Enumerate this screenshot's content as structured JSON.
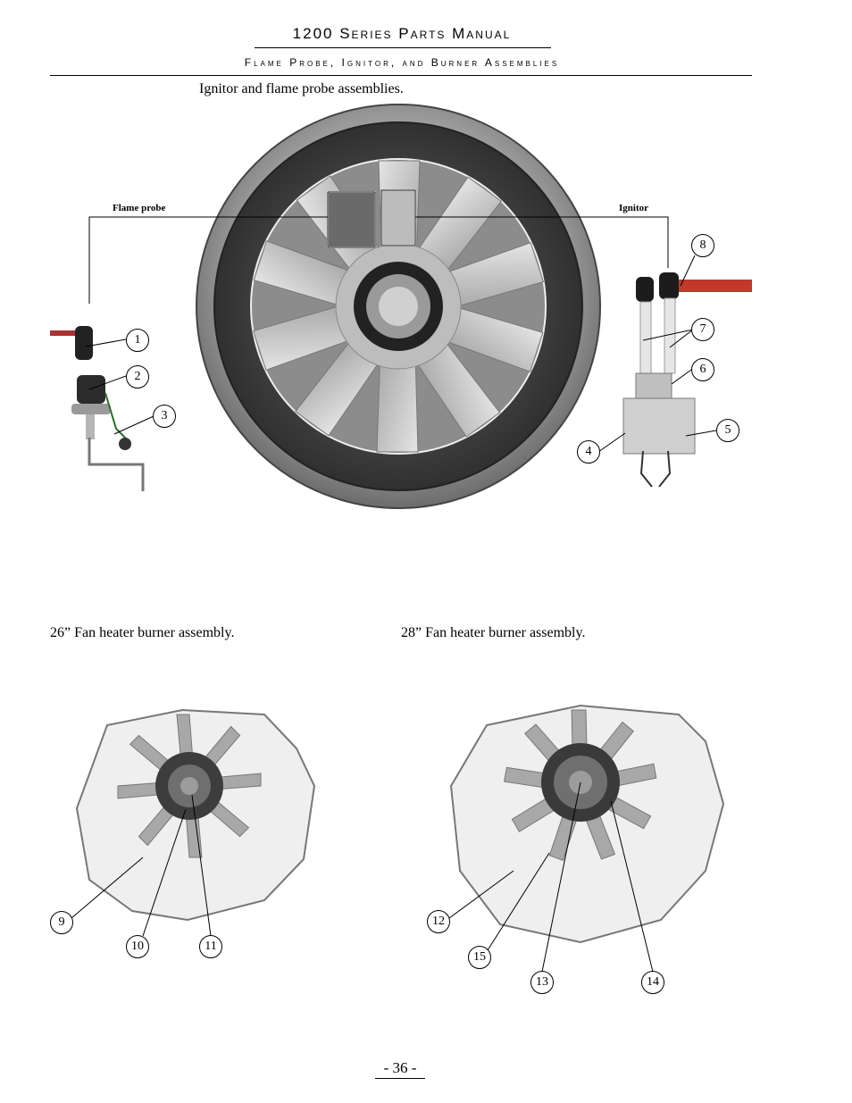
{
  "header": {
    "title": "1200 Series Parts Manual",
    "subtitle": "Flame Probe, Ignitor, and Burner Assemblies"
  },
  "sections": {
    "top_caption": "Ignitor and flame probe assemblies.",
    "left_caption": "26”  Fan heater burner assembly.",
    "right_caption": "28”  Fan heater burner assembly."
  },
  "labels": {
    "flame_probe": "Flame probe",
    "ignitor": "Ignitor"
  },
  "callouts": [
    "1",
    "2",
    "3",
    "4",
    "5",
    "6",
    "7",
    "8",
    "9",
    "10",
    "11",
    "12",
    "13",
    "14",
    "15"
  ],
  "footer": {
    "page_number": "- 36 -"
  }
}
